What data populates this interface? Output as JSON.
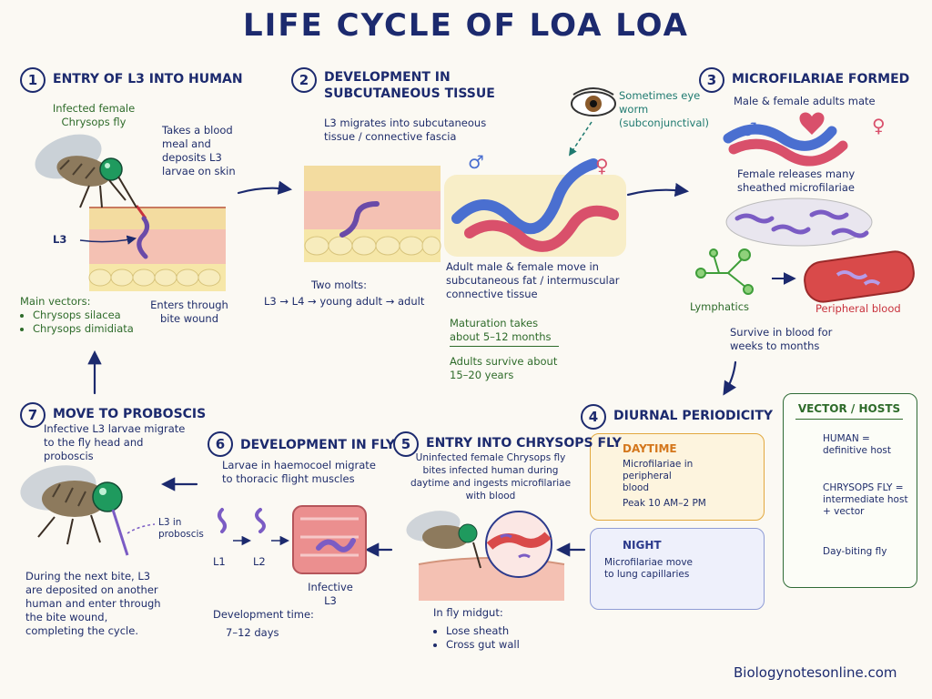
{
  "title": "LIFE CYCLE OF LOA LOA",
  "colors": {
    "navy": "#1c2a6e",
    "green": "#2e6b2a",
    "red": "#c8323c",
    "orange": "#d4761b",
    "purple": "#7b5cc4"
  },
  "step1": {
    "num": "1",
    "heading": "ENTRY OF L3 INTO HUMAN",
    "fly_label": "Infected female Chrysops fly",
    "meal_text": "Takes a blood meal and deposits L3 larvae on skin",
    "l3_label": "L3",
    "enters_text": "Enters through bite wound",
    "vectors_heading": "Main vectors:",
    "vectors": [
      "Chrysops silacea",
      "Chrysops dimidiata"
    ]
  },
  "step2": {
    "num": "2",
    "heading_line1": "DEVELOPMENT IN",
    "heading_line2": "SUBCUTANEOUS TISSUE",
    "migrates_text": "L3 migrates into subcutaneous tissue / connective fascia",
    "molts_label": "Two molts:",
    "molts_sequence": "L3 → L4 → young adult → adult",
    "eye_note": "Sometimes eye worm (subconjunctival)",
    "adult_move": "Adult male & female move in subcutaneous fat / intermuscular connective tissue",
    "maturation": "Maturation takes about 5–12 months",
    "survival": "Adults survive about 15–20 years",
    "male_symbol": "♂",
    "female_symbol": "♀"
  },
  "step3": {
    "num": "3",
    "heading": "MICROFILARIAE FORMED",
    "mate_text": "Male & female adults mate",
    "release_text": "Female releases many sheathed microfilariae",
    "lymphatics": "Lymphatics",
    "peripheral": "Peripheral blood",
    "survive_text": "Survive in blood for weeks to months",
    "male_symbol": "♂",
    "female_symbol": "♀"
  },
  "step4": {
    "num": "4",
    "heading": "DIURNAL PERIODICITY",
    "day_label": "DAYTIME",
    "day_text": "Microfilariae in peripheral blood",
    "peak": "Peak 10 AM–2 PM",
    "night_label": "NIGHT",
    "night_text": "Microfilariae move to lung capillaries"
  },
  "step5": {
    "num": "5",
    "heading": "ENTRY INTO CHRYSOPS FLY",
    "bite_text": "Uninfected female Chrysops fly bites infected human during daytime and ingests microfilariae with blood",
    "midgut_heading": "In fly midgut:",
    "midgut_items": [
      "Lose sheath",
      "Cross gut wall"
    ]
  },
  "step6": {
    "num": "6",
    "heading": "DEVELOPMENT IN FLY",
    "larvae_text": "Larvae in haemocoel migrate to thoracic flight muscles",
    "l1": "L1",
    "l2": "L2",
    "infective": "Infective L3",
    "dev_time_label": "Development time:",
    "dev_time": "7–12 days"
  },
  "step7": {
    "num": "7",
    "heading": "MOVE TO PROBOSCIS",
    "migrate_text": "Infective L3 larvae migrate to the fly head and proboscis",
    "l3_label": "L3 in proboscis",
    "bite_text": "During the next bite, L3 are deposited on another human and enter through the bite wound, completing the cycle."
  },
  "legend": {
    "heading": "VECTOR / HOSTS",
    "human": "HUMAN = definitive host",
    "fly": "CHRYSOPS FLY = intermediate host + vector",
    "day": "Day-biting fly"
  },
  "footer": "Biologynotesonline.com"
}
